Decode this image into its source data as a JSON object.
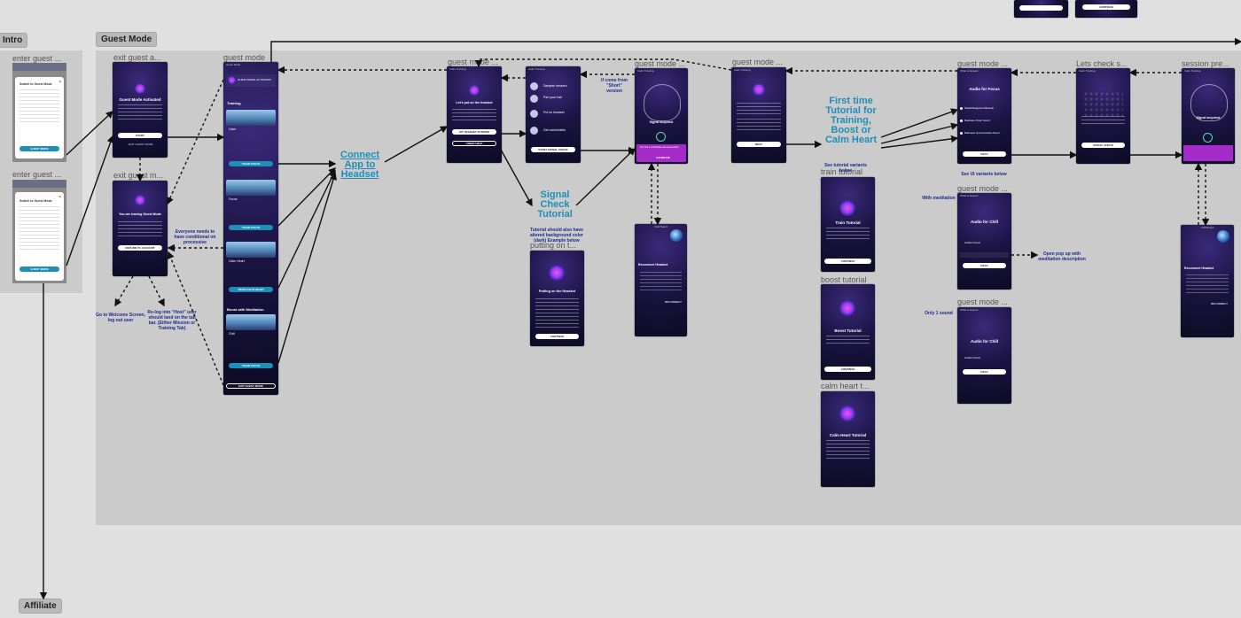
{
  "sections": {
    "intro": "Intro",
    "guest_mode": "Guest Mode",
    "affiliate": "Affiliate"
  },
  "frame_titles": {
    "enter_guest_1": "enter guest ...",
    "enter_guest_2": "enter guest ...",
    "exit_guest_a": "exit guest a...",
    "exit_guest_m": "exit guest m...",
    "guest_mode_list": "guest mode",
    "guest_mode_headset": "guest mode ...",
    "guest_mode_signal": "guest mode ...",
    "guest_mode_grid": "guest mode ...",
    "guest_mode_focus": "guest mode ...",
    "lets_check": "Lets check s...",
    "session_pre": "session pre...",
    "guest_mode_chill": "guest mode ...",
    "guest_mode_chill2": "guest mode ...",
    "putting_on": "putting on t...",
    "train_tutorial": "train tutorial",
    "boost_tutorial": "boost tutorial",
    "calm_heart_tutorial": "calm heart t..."
  },
  "intro_cards": {
    "card1_title": "Switch to Guest Mode",
    "card1_button": "GUEST MODE",
    "card2_title": "Switch to Guest Mode",
    "card2_button": "GUEST MODE"
  },
  "exit_screens": {
    "activated_title": "Guest Mode Activated",
    "activated_button": "START",
    "activated_link": "EXIT GUEST MODE",
    "leaving_title": "You are leaving Guest Mode",
    "leaving_button": "RETURN TO ACCOUNT"
  },
  "list_screen": {
    "header": "Guest Mode",
    "banner": "GUEST MODE ACTIVATED",
    "section_training": "Training",
    "item1": "Calm",
    "item1_btn": "TRAIN FOCUS",
    "item2": "Focus",
    "item2_btn": "TRAIN FOCUS",
    "item3": "Calm Heart",
    "item3_btn": "TRAIN CALM HEART",
    "section_boost": "Boost with Meditation",
    "item4": "Chill",
    "item4_btn": "TRAIN FOCUS",
    "exit_btn": "EXIT GUEST MODE"
  },
  "headset_screen": {
    "header": "Calm Training",
    "title": "Let's put on the headset",
    "btn1": "MY HEADSET IS WORN",
    "btn2": "I NEED HELP"
  },
  "steps_screen": {
    "header": "Calm Training",
    "step1": "Dampen sensors",
    "step2": "Part your hair",
    "step3": "Put on headset",
    "step4": "Get comfortable",
    "btn": "START SIGNAL CHECK"
  },
  "signal_screen": {
    "header": "Calm Training",
    "title": "Signal acquired",
    "bar": "Tip: Find a comfortable and quiet position",
    "bar_btn": "CALIBRATE"
  },
  "grid_screen": {
    "header": "Calm Training",
    "btn": "NEXT"
  },
  "focus_screen": {
    "header": "What to Expect",
    "title": "Audio for Focus",
    "opt1": "Pulsed Background Binaural",
    "opt2": "Brainwave Power Sound",
    "opt3": "Brainwave Synchronization Sound",
    "btn": "OKAY"
  },
  "check_screen": {
    "header": "Calm Training",
    "btn": "SIGNAL CHECK"
  },
  "chill_screen": {
    "header": "What to Expect",
    "title": "Audio for Chill",
    "opt1": "Ambient Sound",
    "btn": "OKAY"
  },
  "chill_screen2": {
    "header": "What to Expect",
    "title": "Audio for Chill",
    "opt1": "Ambient Sound",
    "btn": "OKAY"
  },
  "reconnect": {
    "header": "Chill Board",
    "title": "Reconnect Headset",
    "btn": "RECONNECT"
  },
  "reconnect2": {
    "header": "Chill Board",
    "title": "Reconnect Headset",
    "btn": "RECONNECT"
  },
  "putting_screen": {
    "title": "Putting on the Headset",
    "btn": "CONTINUE"
  },
  "tutorials": {
    "train_title": "Train Tutorial",
    "train_btn": "CONTINUE",
    "boost_title": "Boost Tutorial",
    "boost_btn": "CONTINUE",
    "calm_title": "Calm Heart Tutorial"
  },
  "annotations": {
    "connect_app": "Connect App to Headset",
    "signal_check": "Signal Check Tutorial",
    "first_time": "First time Tutorial for Training, Boost or Calm Heart",
    "tutorial_note": "Tutorial should also have altered background color (dark) Example below",
    "short_version": "if come from \"Short\" version",
    "see_tutorial": "See tutorial variants below",
    "see_ui": "See UI variants below",
    "with_meditation": "With meditation",
    "only_1_sound": "Only 1 sound",
    "pop_up": "Open pop up with meditation description",
    "welcome": "Go to Welcome Screen, log out user",
    "relog": "Re-log into \"Host\" user should land on the tab bar. (Either Mission or Training Tab)",
    "everyone": "Everyone needs to have conditional on processive"
  },
  "colors": {
    "canvas": "#e0e0e0",
    "section": "#cbcbcb",
    "annotation_blue": "#1d8fb8",
    "note_navy": "#1b2a8a",
    "screen_dark": "#1b1444",
    "accent_magenta": "#a42bc9"
  }
}
